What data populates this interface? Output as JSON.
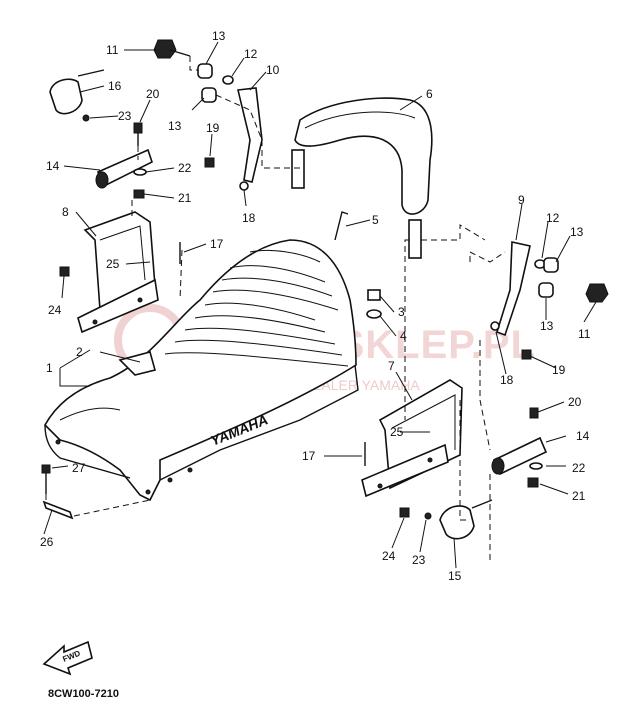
{
  "diagram": {
    "code": "8CW100-7210",
    "fwd": "FWD",
    "brand": "YAMAHA",
    "watermark": {
      "main": "MOTO-SKLEP.PL",
      "sub": "ŁOCHOWICZ | DEALER YAMAHA"
    },
    "callouts": {
      "c1": "1",
      "c2": "2",
      "c3": "3",
      "c4": "4",
      "c5": "5",
      "c6": "6",
      "c7": "7",
      "c8": "8",
      "c9": "9",
      "c10": "10",
      "c11a": "11",
      "c11b": "11",
      "c12a": "12",
      "c12b": "12",
      "c13a": "13",
      "c13b": "13",
      "c13c": "13",
      "c13d": "13",
      "c14a": "14",
      "c14b": "14",
      "c15": "15",
      "c16": "16",
      "c17a": "17",
      "c17b": "17",
      "c18a": "18",
      "c18b": "18",
      "c19a": "19",
      "c19b": "19",
      "c20a": "20",
      "c20b": "20",
      "c21a": "21",
      "c21b": "21",
      "c22a": "22",
      "c22b": "22",
      "c23a": "23",
      "c23b": "23",
      "c24a": "24",
      "c24b": "24",
      "c25a": "25",
      "c25b": "25",
      "c26": "26",
      "c27": "27"
    }
  }
}
